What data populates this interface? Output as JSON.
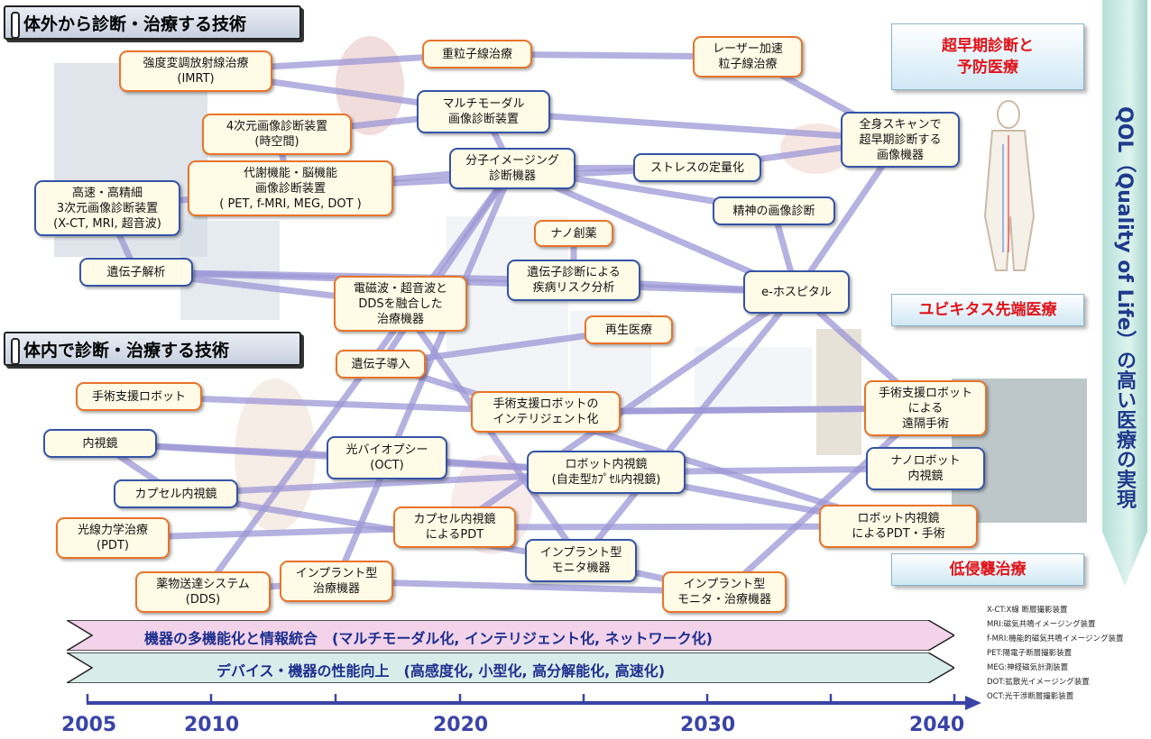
{
  "sections": {
    "external": "体外から診断・治療する技術",
    "internal": "体内で診断・治療する技術"
  },
  "nodes": {
    "imrt": "強度変調放射線治療\n(IMRT)",
    "heavy_ion": "重粒子線治療",
    "laser_accel": "レーザー加速\n粒子線治療",
    "diag_4d": "4次元画像診断装置\n(時空間)",
    "multimodal": "マルチモーダル\n画像診断装置",
    "metabolic": "代謝機能・脳機能\n画像診断装置\n( PET, f-MRI, MEG, DOT )",
    "molecular": "分子イメージング\n診断機器",
    "stress": "ストレスの定量化",
    "fullbody": "全身スキャンで\n超早期診断する\n画像機器",
    "hispeed_3d": "高速・高精細\n3次元画像診断装置\n(X-CT, MRI, 超音波)",
    "mental": "精神の画像診断",
    "nano_drug": "ナノ創薬",
    "gene_analysis": "遺伝子解析",
    "gene_risk": "遺伝子診断による\n疾病リスク分析",
    "em_ultrasound": "電磁波・超音波と\nDDSを融合した\n治療機器",
    "ehospital": "e-ホスピタル",
    "regen": "再生医療",
    "gene_transfer": "遺伝子導入",
    "surg_robot": "手術支援ロボット",
    "surg_robot_intel": "手術支援ロボットの\nインテリジェント化",
    "remote_surgery": "手術支援ロボット\nによる\n遠隔手術",
    "endoscope": "内視鏡",
    "opt_biopsy": "光バイオプシー\n(OCT)",
    "robot_endoscope": "ロボット内視鏡\n(自走型ｶﾌﾟｾﾙ内視鏡)",
    "nano_robot": "ナノロボット\n内視鏡",
    "capsule_endoscope": "カプセル内視鏡",
    "pdt": "光線力学治療\n(PDT)",
    "capsule_pdt": "カプセル内視鏡\nによるPDT",
    "robot_endo_pdt": "ロボット内視鏡\nによるPDT・手術",
    "implant_monitor": "インプラント型\nモニタ機器",
    "dds": "薬物送達システム\n(DDS)",
    "implant_therapy": "インプラント型\n治療機器",
    "implant_monitor_therapy": "インプラント型\nモニタ・治療機器"
  },
  "goals": {
    "early": "超早期診断と\n予防医療",
    "ubiquitous": "ユビキタス先端医療",
    "minimally_invasive": "低侵襲治療"
  },
  "qol": "QOL（Quality of Life）の高い医療の実現",
  "banners": {
    "top": "機器の多機能化と情報統合　(マルチモーダル化, インテリジェント化, ネットワーク化)",
    "bottom": "デバイス・機器の性能向上　(高感度化, 小型化, 高分解能化, 高速化)"
  },
  "timeline": {
    "years": [
      "2005",
      "2010",
      "2020",
      "2030",
      "2040"
    ]
  },
  "legend": [
    "X-CT:X線 断層撮影装置",
    "MRI:磁気共鳴イメージング装置",
    "f-MRI:機能的磁気共鳴イメージング装置",
    "PET:陽電子断層撮影装置",
    "MEG:神経磁気計測装置",
    "DOT:拡散光イメージング装置",
    "OCT:光干渉断層撮影装置"
  ],
  "colors": {
    "orange_border": "#e8742a",
    "blue_border": "#3454a6",
    "connector": "#9d97d6",
    "goal_text": "#e0141a",
    "qol_text": "#1e3b8c",
    "banner_top": "#f2d3ea",
    "banner_bottom": "#d8ecea",
    "timeline": "#3a44a6"
  },
  "connections": [
    [
      "imrt",
      "heavy_ion"
    ],
    [
      "heavy_ion",
      "laser_accel"
    ],
    [
      "laser_accel",
      "fullbody"
    ],
    [
      "imrt",
      "multimodal"
    ],
    [
      "diag_4d",
      "multimodal"
    ],
    [
      "multimodal",
      "fullbody"
    ],
    [
      "hispeed_3d",
      "metabolic"
    ],
    [
      "metabolic",
      "molecular"
    ],
    [
      "molecular",
      "stress"
    ],
    [
      "stress",
      "fullbody"
    ],
    [
      "multimodal",
      "molecular"
    ],
    [
      "diag_4d",
      "metabolic"
    ],
    [
      "molecular",
      "mental"
    ],
    [
      "molecular",
      "ehospital"
    ],
    [
      "molecular",
      "gene_transfer"
    ],
    [
      "molecular",
      "implant_therapy"
    ],
    [
      "gene_analysis",
      "gene_risk"
    ],
    [
      "gene_risk",
      "ehospital"
    ],
    [
      "gene_analysis",
      "em_ultrasound"
    ],
    [
      "fullbody",
      "ehospital"
    ],
    [
      "mental",
      "ehospital"
    ],
    [
      "ehospital",
      "implant_monitor"
    ],
    [
      "ehospital",
      "remote_surgery"
    ],
    [
      "ehospital",
      "capsule_pdt"
    ],
    [
      "surg_robot",
      "surg_robot_intel"
    ],
    [
      "surg_robot_intel",
      "remote_surgery"
    ],
    [
      "endoscope",
      "opt_biopsy"
    ],
    [
      "opt_biopsy",
      "robot_endoscope"
    ],
    [
      "robot_endoscope",
      "nano_robot"
    ],
    [
      "endoscope",
      "robot_endoscope"
    ],
    [
      "capsule_endoscope",
      "robot_endoscope"
    ],
    [
      "capsule_endoscope",
      "implant_monitor"
    ],
    [
      "endoscope",
      "capsule_endoscope"
    ],
    [
      "pdt",
      "capsule_pdt"
    ],
    [
      "capsule_pdt",
      "robot_endo_pdt"
    ],
    [
      "dds",
      "implant_therapy"
    ],
    [
      "implant_therapy",
      "implant_monitor_therapy"
    ],
    [
      "implant_monitor",
      "implant_monitor_therapy"
    ],
    [
      "implant_monitor_therapy",
      "remote_surgery"
    ],
    [
      "em_ultrasound",
      "implant_monitor"
    ],
    [
      "hispeed_3d",
      "gene_analysis"
    ],
    [
      "gene_transfer",
      "robot_endo_pdt"
    ],
    [
      "regen",
      "gene_transfer"
    ],
    [
      "surg_robot_intel",
      "remote_surgery"
    ],
    [
      "gene_analysis",
      "ehospital"
    ],
    [
      "dds",
      "molecular"
    ],
    [
      "robot_endoscope",
      "robot_endo_pdt"
    ],
    [
      "nano_drug",
      "gene_risk"
    ],
    [
      "metabolic",
      "stress"
    ]
  ]
}
